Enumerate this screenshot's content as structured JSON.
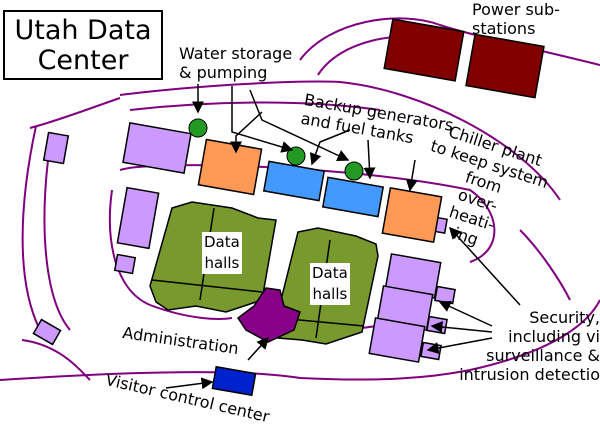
{
  "title": {
    "line1": "Utah Data",
    "line2": "Center"
  },
  "labels": {
    "power": [
      "Power sub-",
      "stations"
    ],
    "water": [
      "Water storage",
      "& pumping"
    ],
    "backup": [
      "Backup generators",
      "and fuel tanks"
    ],
    "chiller": [
      "Chiller plant",
      "to keep system",
      "from",
      "over-",
      "heati-",
      "ing"
    ],
    "data_halls": [
      "Data",
      "halls"
    ],
    "administration": "Administration",
    "visitor": "Visitor control center",
    "security": [
      "Security,",
      "including vi",
      "surveillance &",
      "intrusion detectio"
    ]
  },
  "colors": {
    "road": "#800080",
    "power": "#800000",
    "building_purple": "#cc99ff",
    "orange": "#ff9955",
    "blue": "#4499ff",
    "green_dot": "#229922",
    "data_hall": "#77992e",
    "admin": "#880088",
    "visitor": "#0022cc"
  }
}
